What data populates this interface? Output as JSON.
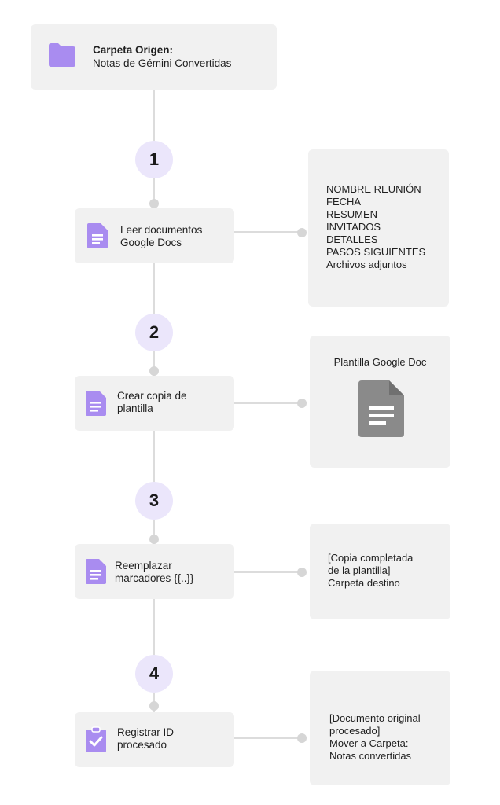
{
  "source": {
    "title": "Carpeta Origen:",
    "subtitle": "Notas de Gémini Convertidas",
    "icon": "folder-icon"
  },
  "colors": {
    "accent": "#a98cf0",
    "number_bg": "#ebe6fb",
    "card_bg": "#f1f1f1",
    "connector": "#dcdcdc",
    "template_icon": "#8a8a8a"
  },
  "steps": [
    {
      "number": "1",
      "label_lines": [
        "Leer documentos",
        "Google Docs"
      ],
      "icon": "document-icon",
      "side": {
        "lines": [
          "NOMBRE REUNIÓN",
          "FECHA",
          "RESUMEN",
          "INVITADOS",
          "DETALLES",
          "PASOS SIGUIENTES",
          "Archivos adjuntos"
        ]
      }
    },
    {
      "number": "2",
      "label_lines": [
        "Crear copia de",
        "plantilla"
      ],
      "icon": "document-icon",
      "side": {
        "title": "Plantilla Google Doc",
        "icon": "document-icon"
      }
    },
    {
      "number": "3",
      "label_lines": [
        "Reemplazar",
        "marcadores {{..}}"
      ],
      "icon": "document-icon",
      "side": {
        "lines": [
          "[Copia completada",
          "de la plantilla]",
          "Carpeta destino"
        ]
      }
    },
    {
      "number": "4",
      "label_lines": [
        "Registrar ID",
        "procesado"
      ],
      "icon": "clipboard-check-icon",
      "side": {
        "lines": [
          "[Documento original",
          "procesado]",
          "Mover a Carpeta:",
          "Notas convertidas"
        ]
      }
    }
  ]
}
